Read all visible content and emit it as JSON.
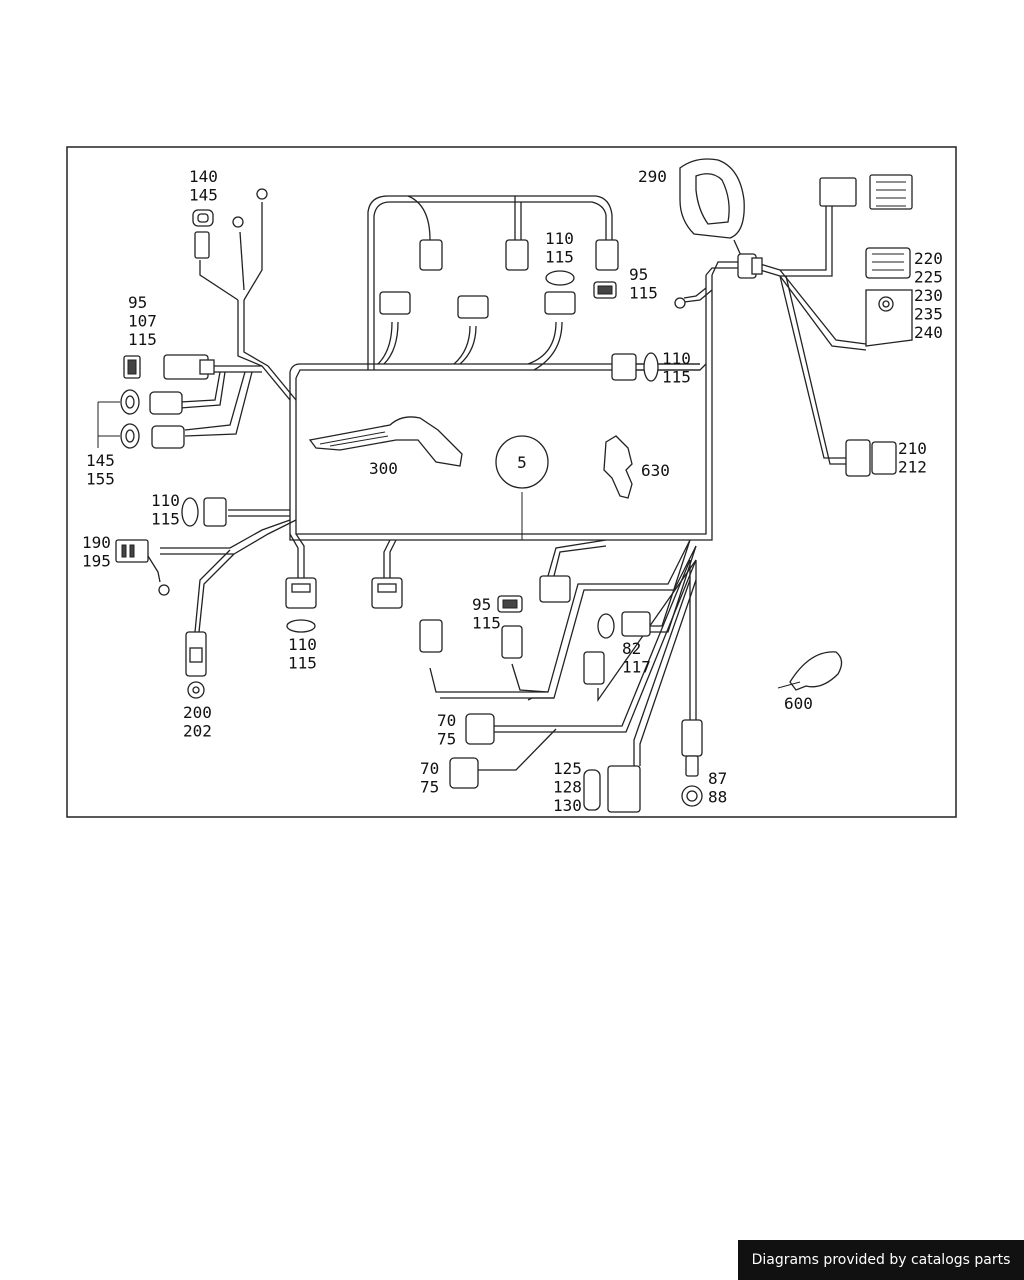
{
  "diagram": {
    "center_label": "5",
    "callouts": [
      "140\n145",
      "95\n107\n115",
      "145\n155",
      "110\n115",
      "190\n195",
      "200\n202",
      "110\n115",
      "300",
      "110\n115",
      "95\n115",
      "290",
      "110\n115",
      "220\n225\n230\n235\n240",
      "630",
      "210\n212",
      "95\n115",
      "82\n117",
      "600",
      "70\n75",
      "70\n75",
      "125\n128\n130",
      "87\n88"
    ]
  },
  "footer": {
    "text": "Diagrams provided by catalogs parts"
  }
}
